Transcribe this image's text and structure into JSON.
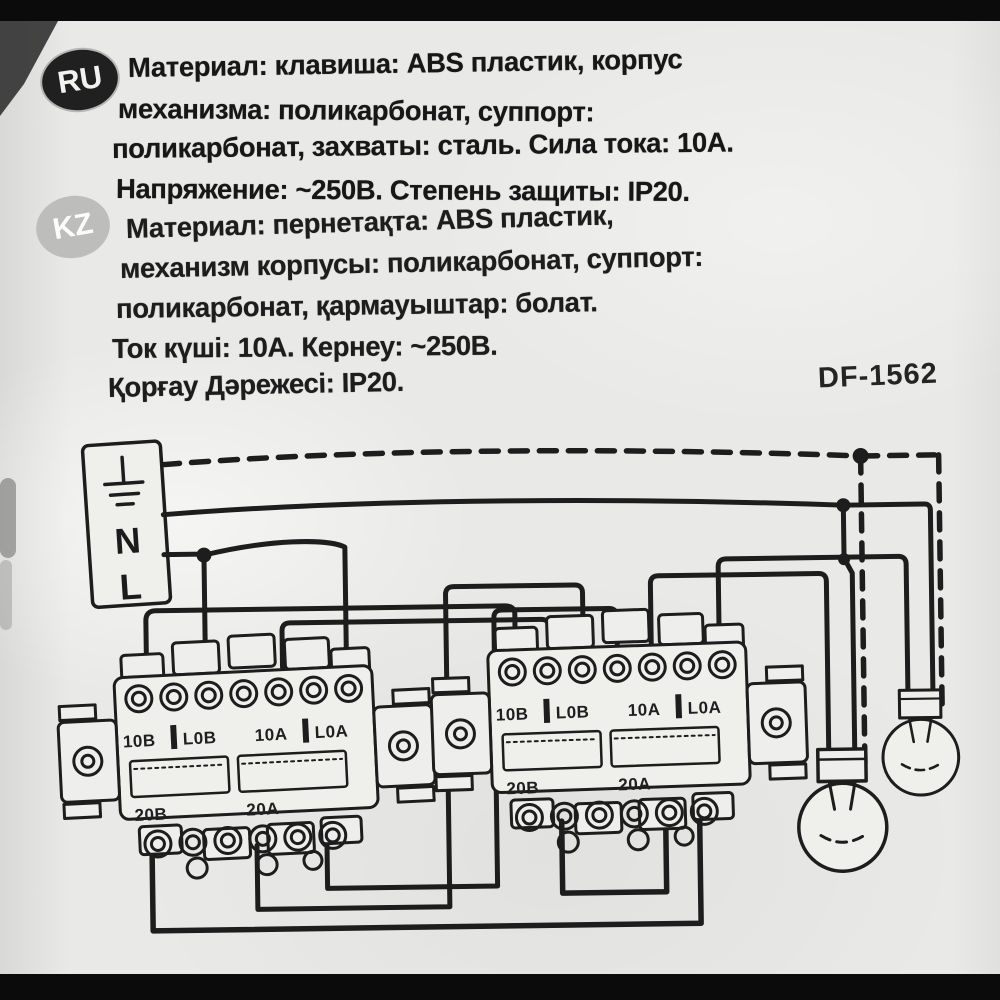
{
  "label": {
    "badges": {
      "ru": "RU",
      "kz": "KZ"
    },
    "ru": {
      "lines": [
        "Материал: клавиша: ABS пластик, корпус",
        "механизма: поликарбонат, суппорт:",
        "поликарбонат, захваты: сталь. Сила тока: 10А.",
        "Напряжение: ~250В. Степень защиты: IP20."
      ]
    },
    "kz": {
      "lines": [
        "Материал: пернетақта: ABS пластик,",
        "механизм корпусы: поликарбонат, суппорт:",
        "поликарбонат, қармауыштар: болат.",
        "Ток күші: 10А. Кернеу: ~250В.",
        "Қорғау Дәрежесі: IP20."
      ]
    },
    "model_number": "DF-1562"
  },
  "diagram": {
    "supply": {
      "n": "N",
      "l": "L",
      "earth_icon": "earth-symbol"
    },
    "terminal_labels": {
      "t1b": "10B",
      "tlb": "L0B",
      "t1a": "10A",
      "tla": "L0A",
      "t2b": "20B",
      "t2a": "20A"
    },
    "components": {
      "switch_count": 2,
      "bulb_count": 2
    },
    "colors": {
      "ink": "#1d1d1d",
      "paper": "#e9e9e7"
    }
  }
}
